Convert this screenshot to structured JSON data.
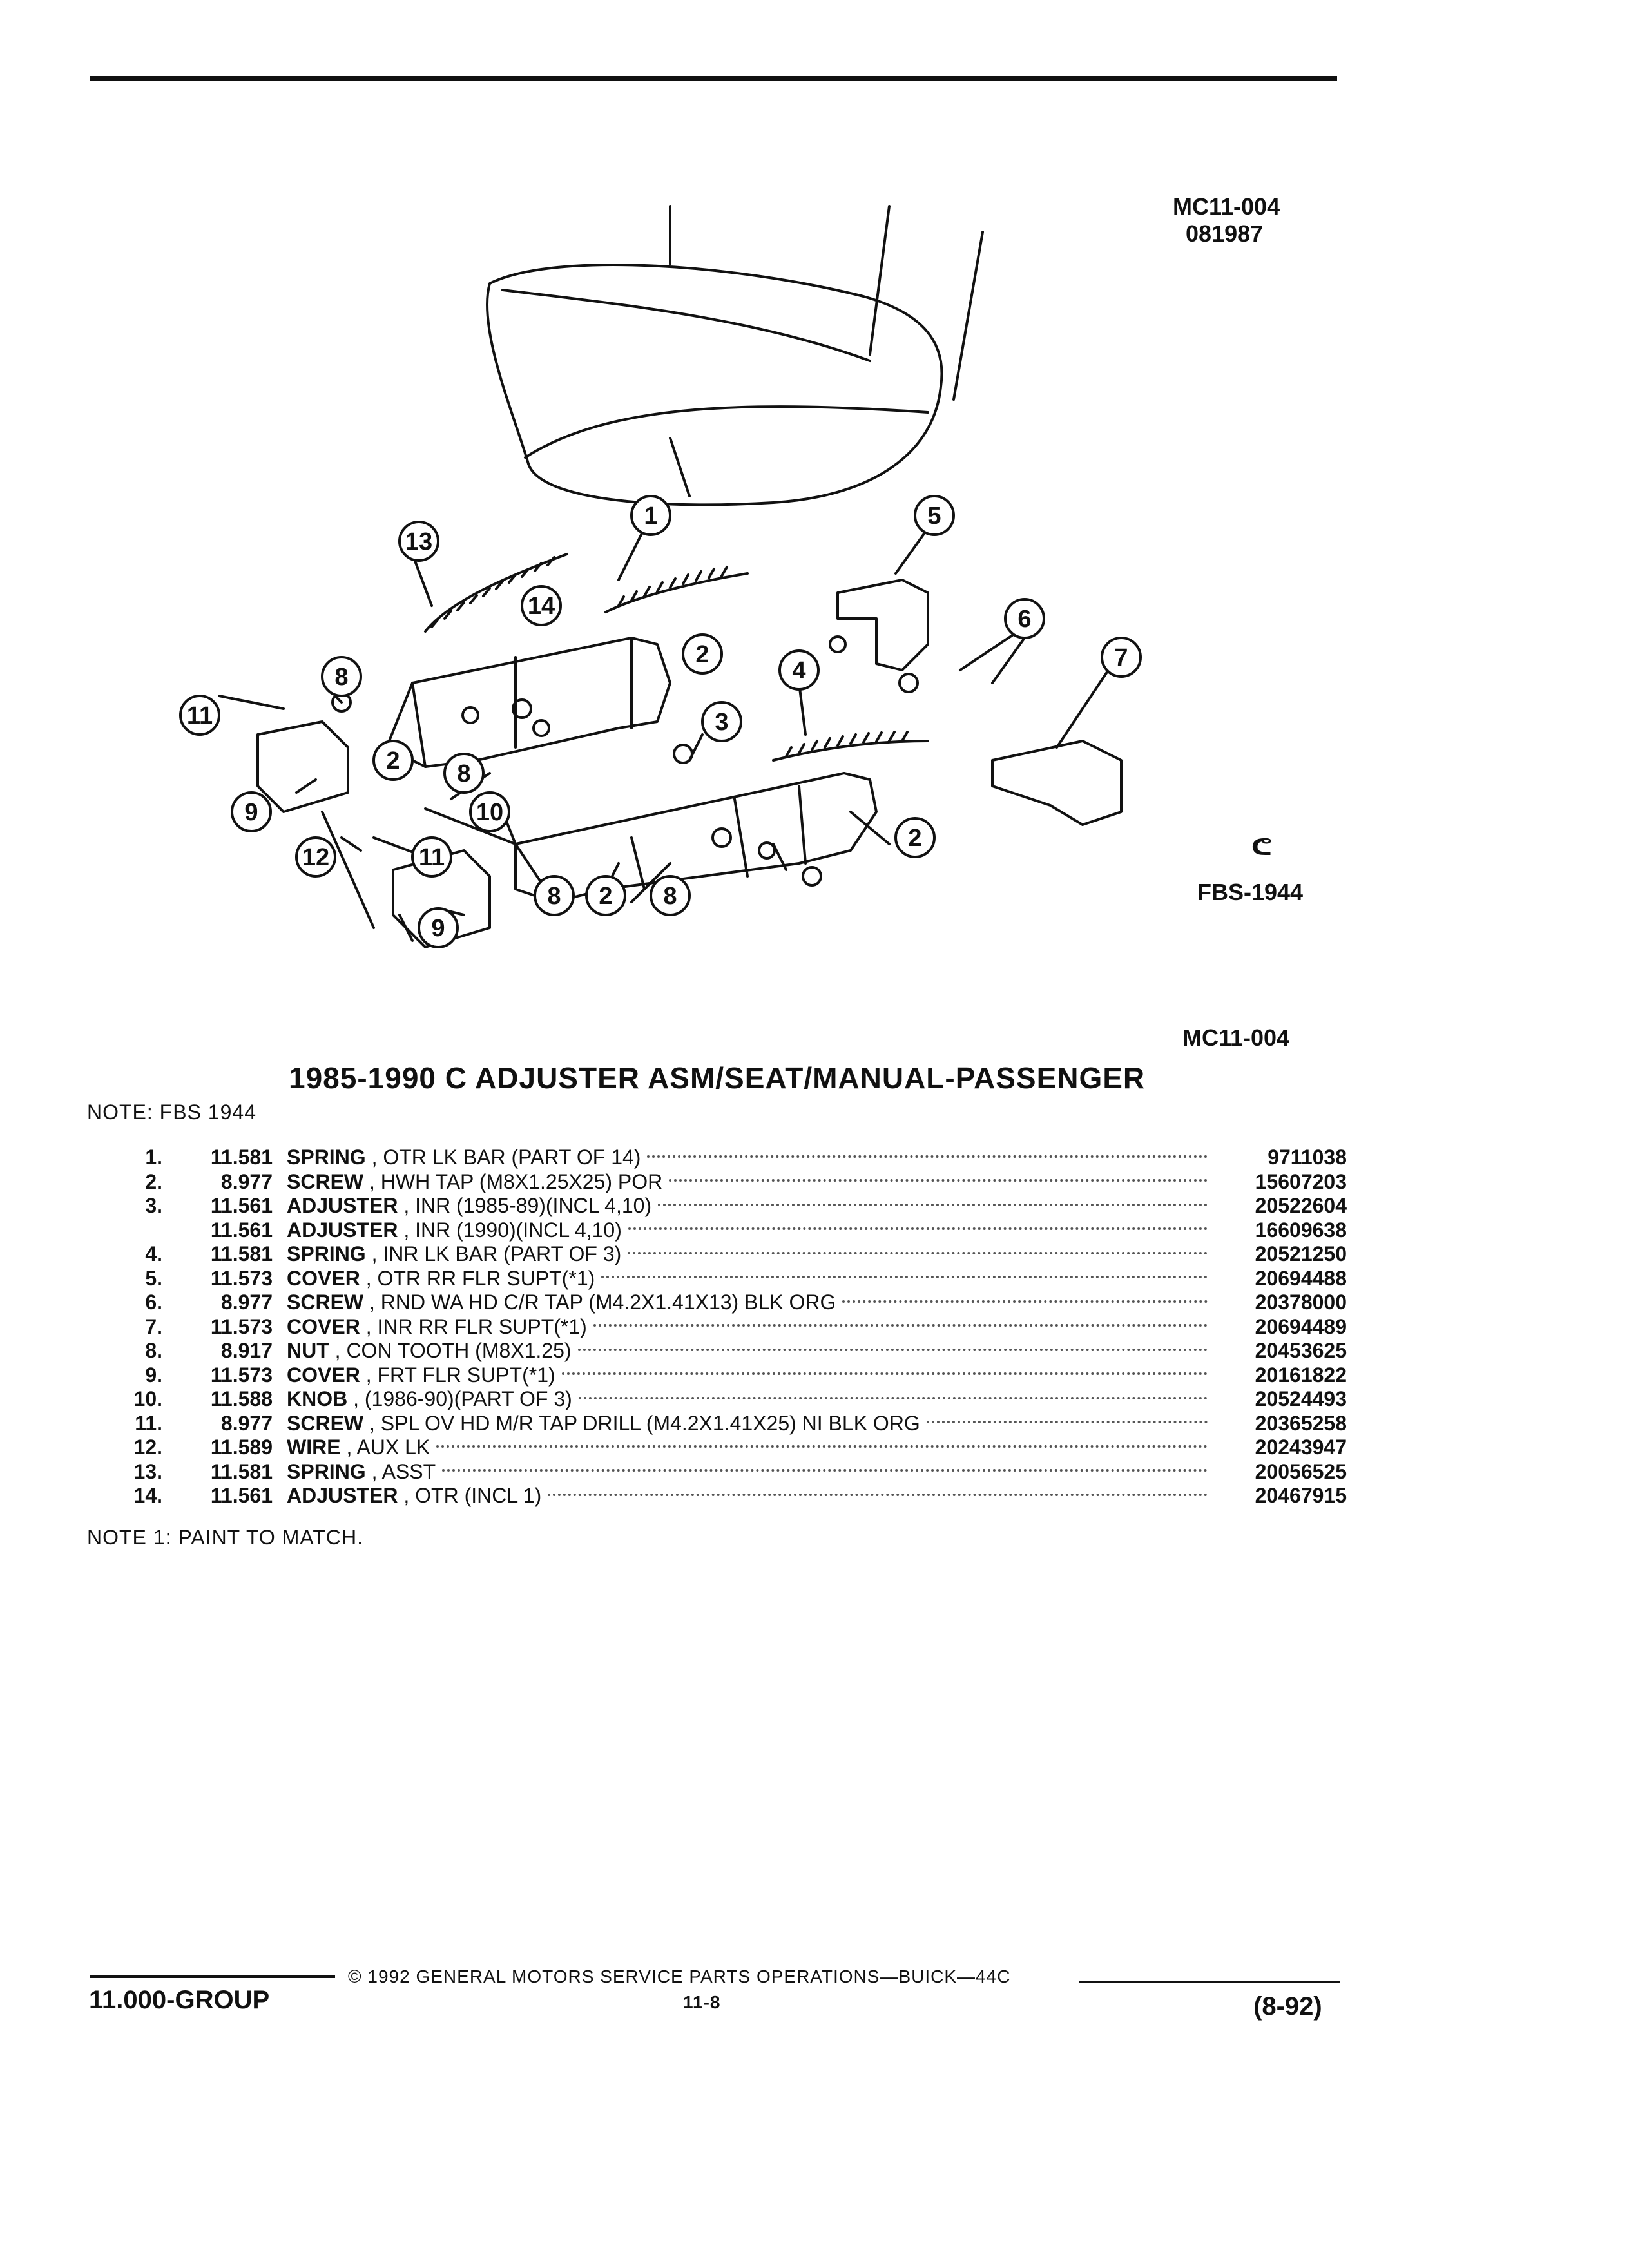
{
  "header": {
    "code": "MC11-004",
    "date": "081987"
  },
  "illustration": {
    "fbs_code": "FBS-1944",
    "mark_glyph": "ᕪ",
    "callouts": [
      "1",
      "2",
      "2",
      "2",
      "2",
      "3",
      "4",
      "5",
      "6",
      "7",
      "8",
      "8",
      "8",
      "8",
      "9",
      "9",
      "10",
      "11",
      "11",
      "12",
      "13",
      "14"
    ]
  },
  "section": {
    "code": "MC11-004",
    "title": "1985-1990 C ADJUSTER ASM/SEAT/MANUAL-PASSENGER",
    "note": "NOTE:  FBS 1944"
  },
  "parts": [
    {
      "num": "1.",
      "group": "11.581",
      "name": "SPRING",
      "detail": ", OTR LK BAR (PART OF 14)",
      "part": "9711038"
    },
    {
      "num": "2.",
      "group": "8.977",
      "name": "SCREW",
      "detail": ", HWH TAP (M8X1.25X25) POR",
      "part": "15607203"
    },
    {
      "num": "3.",
      "group": "11.561",
      "name": "ADJUSTER",
      "detail": ", INR (1985-89)(INCL 4,10)",
      "part": "20522604"
    },
    {
      "num": "",
      "group": "11.561",
      "name": "ADJUSTER",
      "detail": ", INR (1990)(INCL 4,10)",
      "part": "16609638"
    },
    {
      "num": "4.",
      "group": "11.581",
      "name": "SPRING",
      "detail": ", INR LK BAR (PART OF 3)",
      "part": "20521250"
    },
    {
      "num": "5.",
      "group": "11.573",
      "name": "COVER",
      "detail": ", OTR RR FLR SUPT(*1)",
      "part": "20694488"
    },
    {
      "num": "6.",
      "group": "8.977",
      "name": "SCREW",
      "detail": ", RND WA HD C/R TAP (M4.2X1.41X13) BLK ORG",
      "part": "20378000"
    },
    {
      "num": "7.",
      "group": "11.573",
      "name": "COVER",
      "detail": ", INR RR FLR SUPT(*1)",
      "part": "20694489"
    },
    {
      "num": "8.",
      "group": "8.917",
      "name": "NUT",
      "detail": ", CON TOOTH (M8X1.25)",
      "part": "20453625"
    },
    {
      "num": "9.",
      "group": "11.573",
      "name": "COVER",
      "detail": ", FRT FLR SUPT(*1)",
      "part": "20161822"
    },
    {
      "num": "10.",
      "group": "11.588",
      "name": "KNOB",
      "detail": ", (1986-90)(PART OF 3)",
      "part": "20524493"
    },
    {
      "num": "11.",
      "group": "8.977",
      "name": "SCREW",
      "detail": ", SPL OV HD M/R TAP DRILL (M4.2X1.41X25) NI BLK ORG",
      "part": "20365258"
    },
    {
      "num": "12.",
      "group": "11.589",
      "name": "WIRE",
      "detail": ", AUX LK",
      "part": "20243947"
    },
    {
      "num": "13.",
      "group": "11.581",
      "name": "SPRING",
      "detail": ", ASST",
      "part": "20056525"
    },
    {
      "num": "14.",
      "group": "11.561",
      "name": "ADJUSTER",
      "detail": ", OTR (INCL 1)",
      "part": "20467915"
    }
  ],
  "footnote": "NOTE  1:  PAINT TO MATCH.",
  "footer": {
    "copyright": "©  1992  GENERAL MOTORS SERVICE PARTS OPERATIONS—BUICK—44C",
    "group": "11.000-GROUP",
    "page": "11-8",
    "revision": "(8-92)"
  }
}
